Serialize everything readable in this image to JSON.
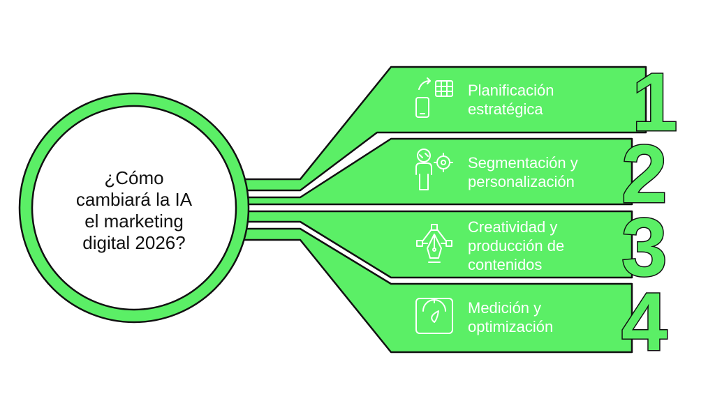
{
  "center": {
    "lines": [
      "¿Cómo",
      "cambiará la IA",
      "el marketing",
      "digital 2026?"
    ]
  },
  "items": [
    {
      "number": "1",
      "lines": [
        "Planificación",
        "estratégica"
      ],
      "icon": "devices-table-icon"
    },
    {
      "number": "2",
      "lines": [
        "Segmentación y",
        "personalización"
      ],
      "icon": "person-target-icon"
    },
    {
      "number": "3",
      "lines": [
        "Creatividad y",
        "producción de",
        "contenidos"
      ],
      "icon": "pen-tool-icon"
    },
    {
      "number": "4",
      "lines": [
        "Medición y",
        "optimización"
      ],
      "icon": "gauge-icon"
    }
  ],
  "colors": {
    "accent": "#5bef66",
    "outline": "#111111",
    "text_on_accent": "#ffffff"
  }
}
